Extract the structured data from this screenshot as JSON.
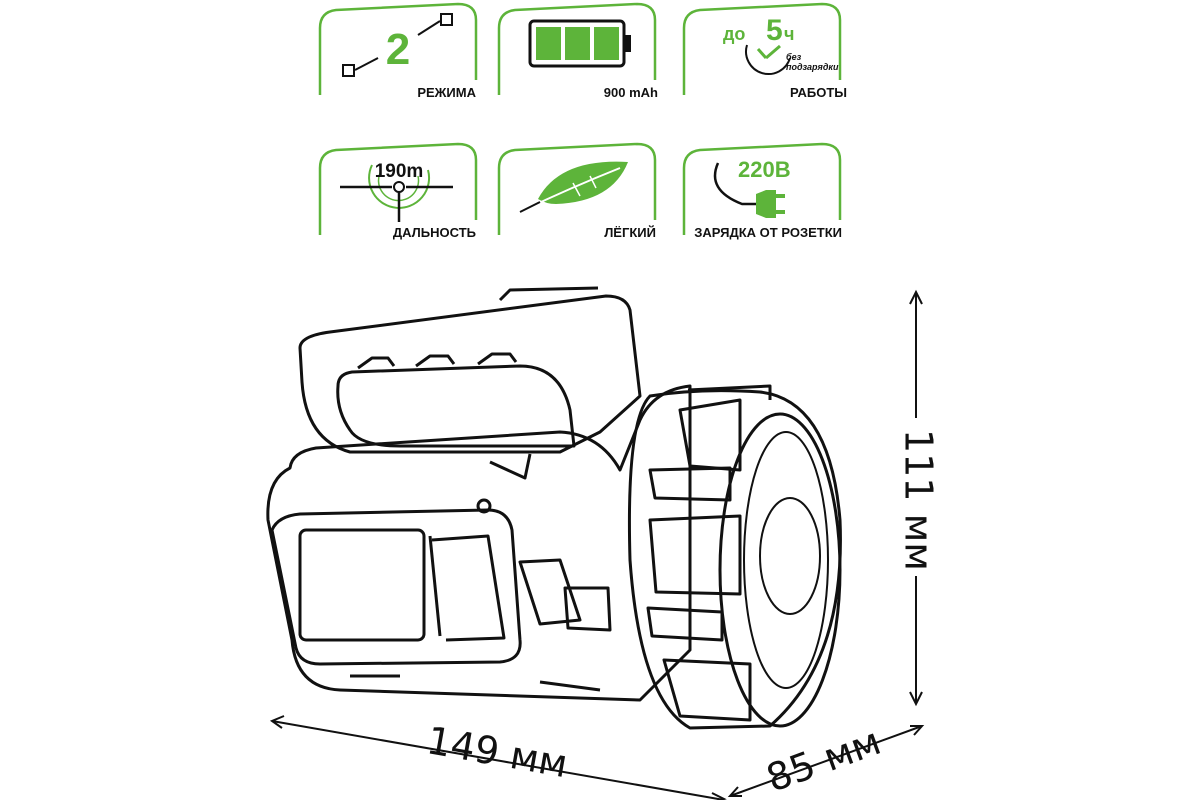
{
  "colors": {
    "accent": "#5db43a",
    "ink": "#111111",
    "background": "#ffffff"
  },
  "features": [
    {
      "id": "modes",
      "label": "РЕЖИМА",
      "value": "2",
      "icon": "mode-switch-icon"
    },
    {
      "id": "battery",
      "label": "900 mAh",
      "icon": "battery-icon"
    },
    {
      "id": "runtime",
      "label": "РАБОТЫ",
      "prefix": "до",
      "value": "5",
      "unit": "ч",
      "note_line1": "без",
      "note_line2": "подзарядки",
      "icon": "clock-icon"
    },
    {
      "id": "range",
      "label": "ДАЛЬНОСТЬ",
      "value": "190m",
      "icon": "crosshair-icon"
    },
    {
      "id": "light",
      "label": "ЛЁГКИЙ",
      "icon": "feather-icon"
    },
    {
      "id": "charging",
      "label": "ЗАРЯДКА ОТ РОЗЕТКИ",
      "value": "220В",
      "icon": "plug-icon"
    }
  ],
  "dimensions": {
    "length": "149 мм",
    "depth": "85 мм",
    "height": "111 мм"
  }
}
